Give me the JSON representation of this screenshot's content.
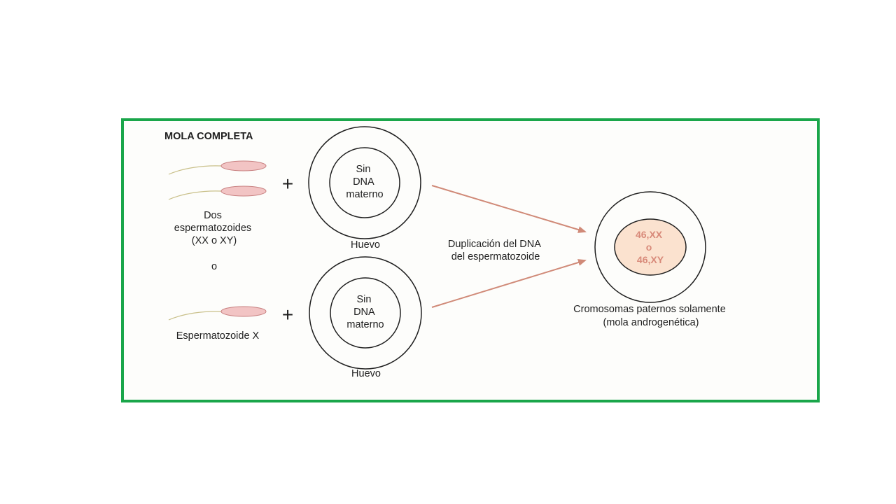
{
  "title": "MOLA COMPLETA",
  "sperm_pair_label": [
    "Dos",
    "espermatozoides",
    "(XX o XY)"
  ],
  "or_label": "o",
  "sperm_x_label": "Espermatozoide X",
  "plus": "+",
  "egg_inner": [
    "Sin",
    "DNA",
    "materno"
  ],
  "egg_label": "Huevo",
  "arrow_label": [
    "Duplicación del DNA",
    "del espermatozoide"
  ],
  "zygote_inner": [
    "46,XX",
    "o",
    "46,XY"
  ],
  "result_label": [
    "Cromosomas paternos solamente",
    "(mola androgenética)"
  ],
  "colors": {
    "frame": "#1aa64a",
    "sperm_head": "#f2c4c4",
    "arrow": "#d08a78",
    "zygote_fill": "#fbe2cf",
    "zygote_text": "#d88a7a"
  }
}
